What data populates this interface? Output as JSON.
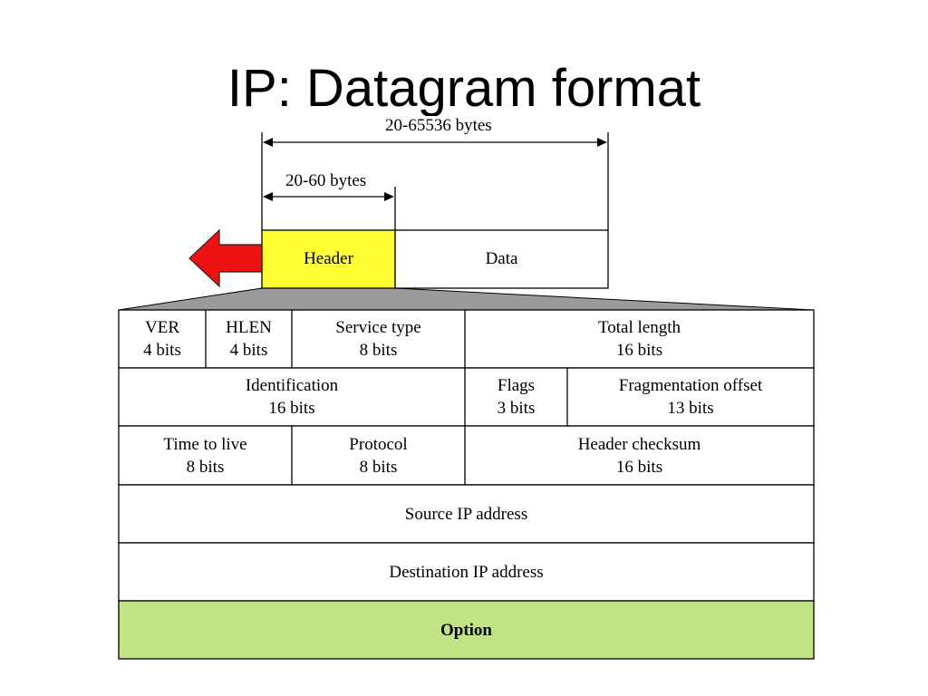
{
  "title": "IP: Datagram format",
  "dimensions": {
    "total": "20-65536 bytes",
    "header": "20-60 bytes"
  },
  "datagram": {
    "header_label": "Header",
    "data_label": "Data"
  },
  "colors": {
    "header_fill": "#ffff33",
    "arrow_fill": "#ee1111",
    "option_fill": "#c1e484",
    "funnel_fill": "#9b9b9b"
  },
  "fields": {
    "ver": {
      "name": "VER",
      "size": "4 bits"
    },
    "hlen": {
      "name": "HLEN",
      "size": "4 bits"
    },
    "service_type": {
      "name": "Service type",
      "size": "8 bits"
    },
    "total_length": {
      "name": "Total length",
      "size": "16 bits"
    },
    "identification": {
      "name": "Identification",
      "size": "16 bits"
    },
    "flags": {
      "name": "Flags",
      "size": "3 bits"
    },
    "fragmentation_offset": {
      "name": "Fragmentation offset",
      "size": "13 bits"
    },
    "ttl": {
      "name": "Time to live",
      "size": "8 bits"
    },
    "protocol": {
      "name": "Protocol",
      "size": "8 bits"
    },
    "header_checksum": {
      "name": "Header checksum",
      "size": "16 bits"
    },
    "source_ip": {
      "name": "Source IP address"
    },
    "destination_ip": {
      "name": "Destination IP address"
    },
    "option": {
      "name": "Option"
    }
  }
}
